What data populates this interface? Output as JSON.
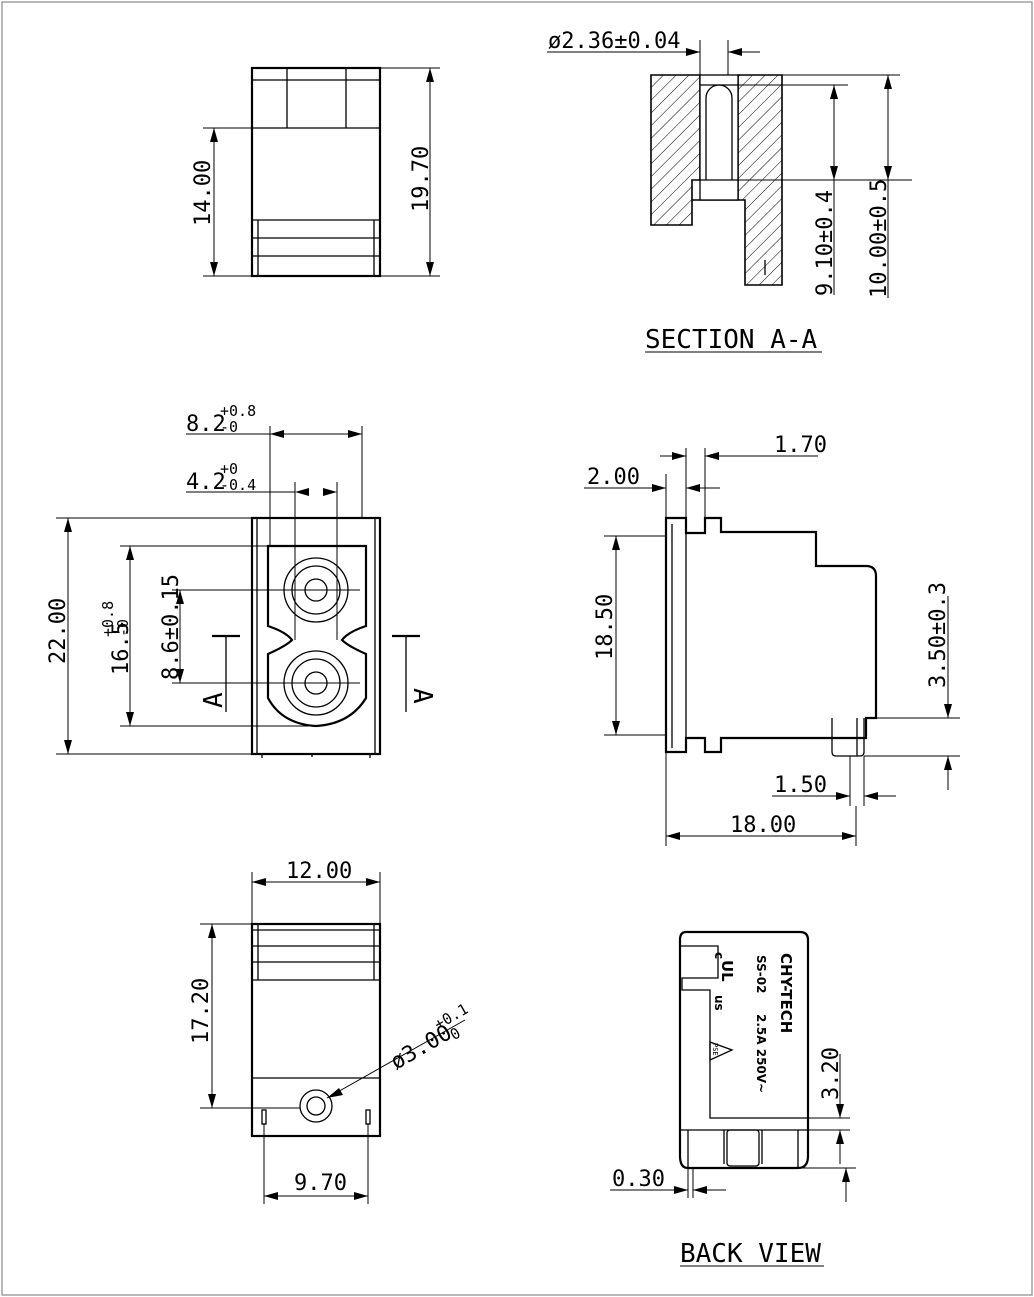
{
  "views": {
    "section": {
      "title": "SECTION A-A"
    },
    "back": {
      "title": "BACK VIEW"
    },
    "front": {
      "section_mark": "A"
    }
  },
  "dimensions": {
    "top_height_inner": "14.00",
    "top_height_total": "19.70",
    "hole_dia": "ø2.36±0.04",
    "hole_depth": "9.10±0.4",
    "section_depth": "10.00±0.5",
    "slot_width_base": "8.2",
    "slot_width_tol_up": "+0.8",
    "slot_width_tol_dn": "-0",
    "slot_inner_base": "4.2",
    "slot_inner_tol_up": "+0",
    "slot_inner_tol_dn": "-0.4",
    "front_height": "22.00",
    "opening_height_base": "16.5",
    "opening_height_tol_up": "+0.8",
    "opening_height_tol_dn": "-0",
    "pin_pitch": "8.6±0.15",
    "side_offset_a": "2.00",
    "side_offset_b": "1.70",
    "side_height": "18.50",
    "pin_length": "3.50±0.3",
    "pin_width": "1.50",
    "side_length": "18.00",
    "bottom_width": "12.00",
    "bottom_height": "17.20",
    "mount_hole_base": "ø3.00",
    "mount_hole_tol_up": "+0.1",
    "mount_hole_tol_dn": "-0",
    "mount_hole_offset": "9.70",
    "back_tab": "3.20",
    "back_gap": "0.30"
  },
  "marking": {
    "brand": "CHY-TECH",
    "model": "SS-02",
    "rating": "2.5A  250V~",
    "cert_c": "c",
    "cert_us": "us",
    "cert_ul": "UL",
    "cert_pse": "PSE"
  }
}
